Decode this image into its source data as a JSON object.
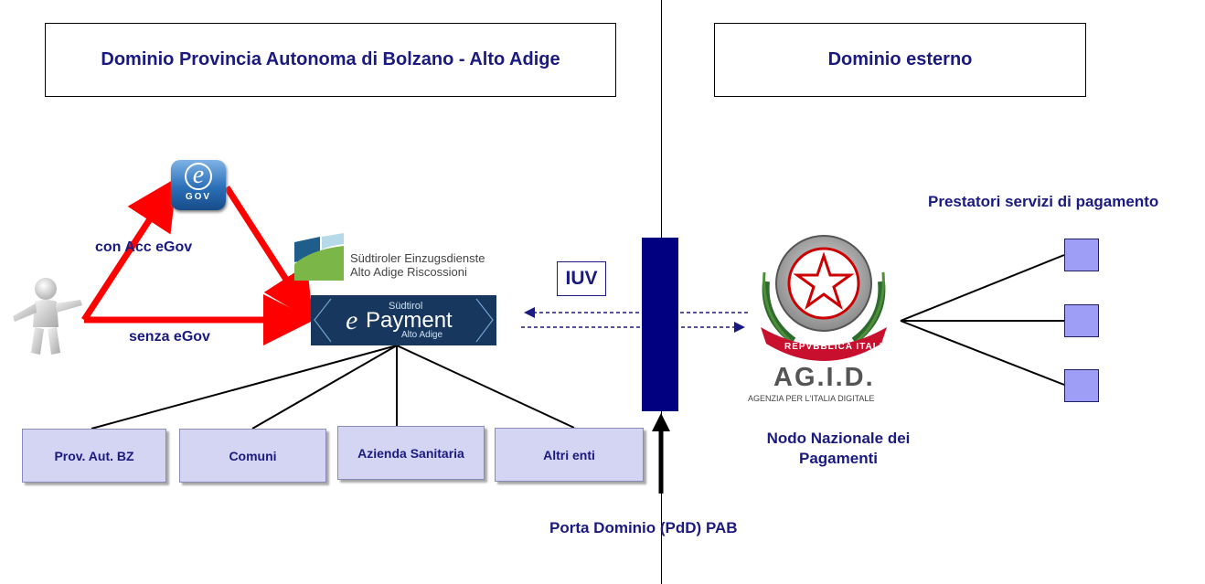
{
  "domains": {
    "internal": "Dominio Provincia Autonoma di Bolzano - Alto Adige",
    "external": "Dominio esterno"
  },
  "flows": {
    "with_egov": "con Acc eGov",
    "without_egov": "senza eGov"
  },
  "egov_icon": {
    "letter": "e",
    "text": "GOV"
  },
  "sed_logo": {
    "line1": "Südtiroler Einzugsdienste",
    "line2": "Alto Adige Riscossioni"
  },
  "epayment_logo": {
    "prefix": "e",
    "main": "Payment",
    "top": "Südtirol",
    "bottom": "Alto Adige"
  },
  "iuv_label": "IUV",
  "entities": [
    "Prov. Aut. BZ",
    "Comuni",
    "Azienda Sanitaria",
    "Altri enti"
  ],
  "agid": {
    "ribbon": "REPVBBLICA ITALIANA",
    "name": "AG.I.D.",
    "full_name": "AGENZIA PER L'ITALIA DIGITALE",
    "caption_line1": "Nodo Nazionale dei",
    "caption_line2": "Pagamenti"
  },
  "psp_label": "Prestatori servizi di pagamento",
  "pdd_label": "Porta Dominio (PdD) PAB",
  "colors": {
    "label_blue": "#1a1a80",
    "arrow_red": "#ff0000",
    "pdd_bar": "#000080",
    "entity_fill": "#d4d4f3",
    "psp_fill": "#9e9ef6",
    "epayment_bg": "#17375e",
    "sed_green": "#7ab648",
    "sed_blue": "#1f5d8a"
  }
}
